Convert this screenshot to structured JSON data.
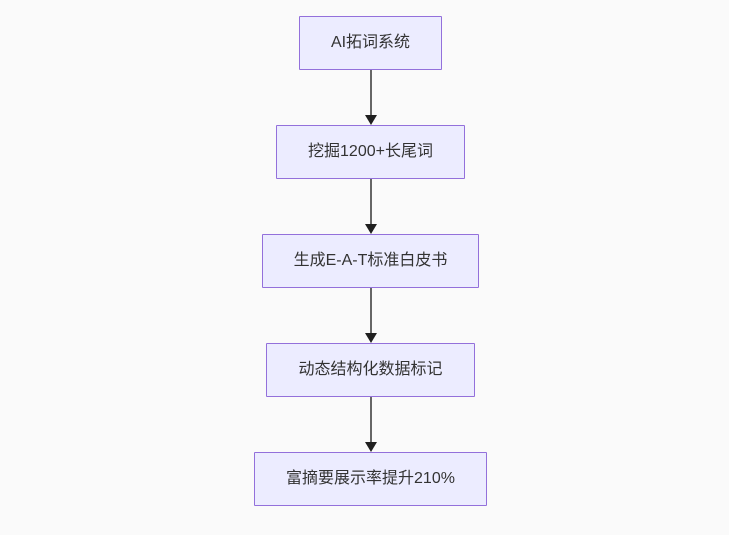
{
  "diagram": {
    "type": "flowchart-vertical",
    "colors": {
      "background": "#fafafa",
      "node_fill": "#ececff",
      "node_border": "#9370db",
      "node_text": "#333333",
      "edge_line": "#666666",
      "arrowhead": "#1f1f1f"
    },
    "nodes": [
      {
        "id": "n1",
        "label": "AI拓词系统"
      },
      {
        "id": "n2",
        "label": "挖掘1200+长尾词"
      },
      {
        "id": "n3",
        "label": "生成E-A-T标准白皮书"
      },
      {
        "id": "n4",
        "label": "动态结构化数据标记"
      },
      {
        "id": "n5",
        "label": "富摘要展示率提升210%"
      }
    ],
    "edges": [
      {
        "from": "n1",
        "to": "n2"
      },
      {
        "from": "n2",
        "to": "n3"
      },
      {
        "from": "n3",
        "to": "n4"
      },
      {
        "from": "n4",
        "to": "n5"
      }
    ]
  }
}
